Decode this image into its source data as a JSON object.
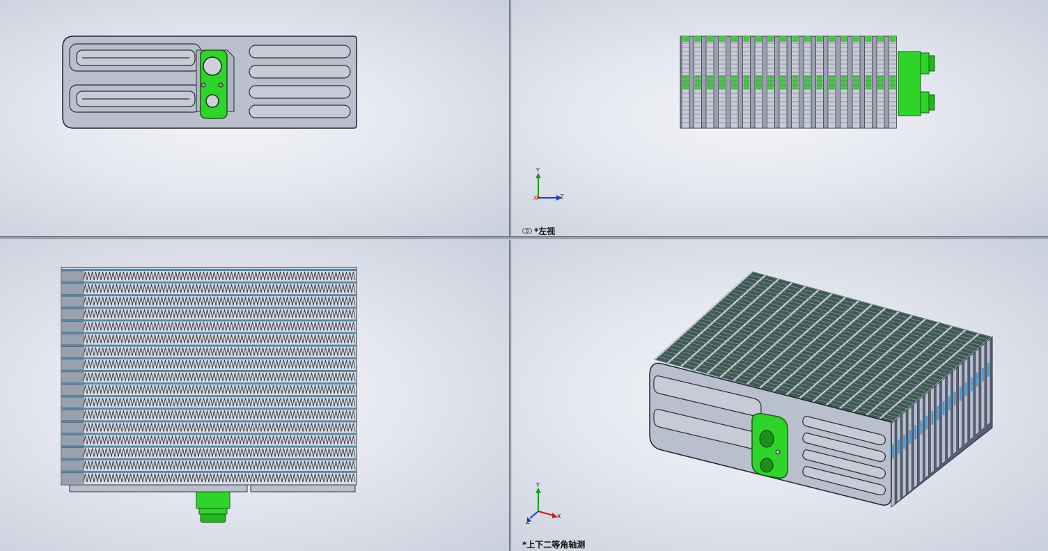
{
  "viewports": {
    "top_left": {
      "label": ""
    },
    "top_right": {
      "label": "*左视"
    },
    "bottom_left": {
      "label": ""
    },
    "bottom_right": {
      "label": "*上下二等角轴测"
    }
  },
  "triad_top_right": {
    "x": "Z",
    "y": "Y",
    "z": "X"
  },
  "triad_bottom_right": {
    "x": "X",
    "y": "Y",
    "z": "Z"
  },
  "colors": {
    "metal": "#b9bfcc",
    "fitting": "#2fd42a",
    "fin": "#7f8796",
    "background": "#e6e9f0"
  }
}
